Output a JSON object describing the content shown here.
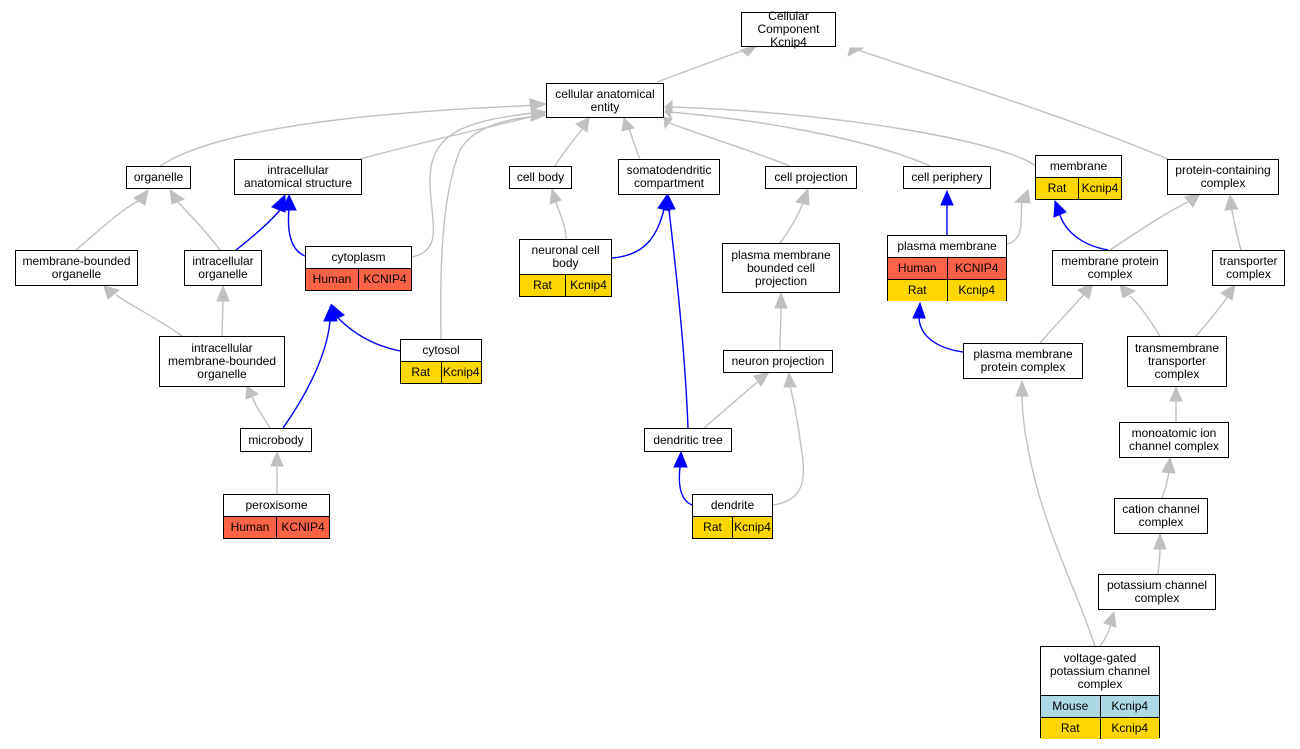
{
  "colors": {
    "Human": "#ff6347",
    "Rat": "#ffd700",
    "Mouse": "#add8e6",
    "gray_edge": "#c0c0c0",
    "blue_edge": "#0000ff"
  },
  "nodes": {
    "root": {
      "label": "Cellular Component\nKcnip4"
    },
    "cae": {
      "label": "cellular anatomical\nentity"
    },
    "organelle": {
      "label": "organelle"
    },
    "ias": {
      "label": "intracellular\nanatomical structure"
    },
    "cellbody": {
      "label": "cell body"
    },
    "somato": {
      "label": "somatodendritic\ncompartment"
    },
    "cellproj": {
      "label": "cell projection"
    },
    "cellperiph": {
      "label": "cell periphery"
    },
    "membrane": {
      "label": "membrane",
      "rows": [
        [
          "Rat",
          "Kcnip4"
        ]
      ]
    },
    "pcc": {
      "label": "protein-containing\ncomplex"
    },
    "mbo": {
      "label": "membrane-bounded\norganelle"
    },
    "io": {
      "label": "intracellular\norganelle"
    },
    "cytoplasm": {
      "label": "cytoplasm",
      "rows": [
        [
          "Human",
          "KCNIP4"
        ]
      ]
    },
    "ncb": {
      "label": "neuronal cell\nbody",
      "rows": [
        [
          "Rat",
          "Kcnip4"
        ]
      ]
    },
    "pmbcp": {
      "label": "plasma membrane\nbounded cell\nprojection"
    },
    "pm": {
      "label": "plasma membrane",
      "rows": [
        [
          "Human",
          "KCNIP4"
        ],
        [
          "Rat",
          "Kcnip4"
        ]
      ]
    },
    "mpc": {
      "label": "membrane protein\ncomplex"
    },
    "transporter": {
      "label": "transporter\ncomplex"
    },
    "imbo": {
      "label": "intracellular\nmembrane-bounded\norganelle"
    },
    "cytosol": {
      "label": "cytosol",
      "rows": [
        [
          "Rat",
          "Kcnip4"
        ]
      ]
    },
    "neuronproj": {
      "label": "neuron projection"
    },
    "pmpc": {
      "label": "plasma membrane\nprotein complex"
    },
    "ttc": {
      "label": "transmembrane\ntransporter\ncomplex"
    },
    "microbody": {
      "label": "microbody"
    },
    "dendtree": {
      "label": "dendritic tree"
    },
    "mic": {
      "label": "monoatomic ion\nchannel complex"
    },
    "peroxisome": {
      "label": "peroxisome",
      "rows": [
        [
          "Human",
          "KCNIP4"
        ]
      ]
    },
    "dendrite": {
      "label": "dendrite",
      "rows": [
        [
          "Rat",
          "Kcnip4"
        ]
      ]
    },
    "ccc": {
      "label": "cation channel\ncomplex"
    },
    "kcc": {
      "label": "potassium channel\ncomplex"
    },
    "vgkcc": {
      "label": "voltage-gated\npotassium channel\ncomplex",
      "rows": [
        [
          "Mouse",
          "Kcnip4"
        ],
        [
          "Rat",
          "Kcnip4"
        ]
      ]
    }
  }
}
